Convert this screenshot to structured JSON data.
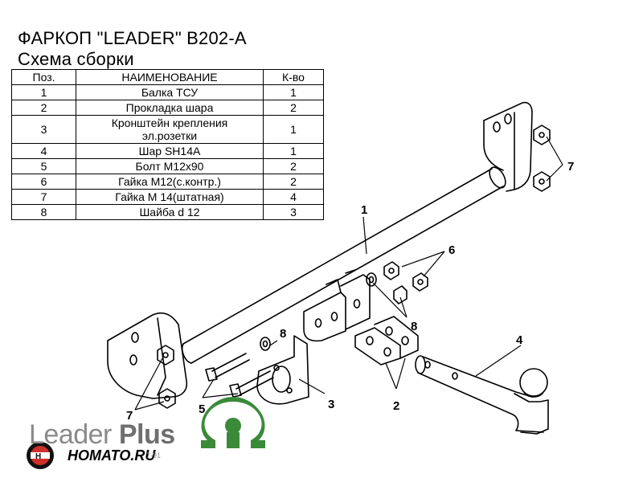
{
  "title": {
    "line1": "ФАРКОП \"LEADER\" B202-A",
    "line2": "Схема сборки"
  },
  "table": {
    "headers": [
      "Поз.",
      "НАИМЕНОВАНИЕ",
      "К-во"
    ],
    "rows": [
      {
        "pos": "1",
        "name": "Балка ТСУ",
        "qty": "1"
      },
      {
        "pos": "2",
        "name": "Прокладка шара",
        "qty": "2"
      },
      {
        "pos": "3",
        "name": "Кронштейн крепления\nэл.розетки",
        "qty": "1"
      },
      {
        "pos": "4",
        "name": "Шар SH14A",
        "qty": "1"
      },
      {
        "pos": "5",
        "name": "Болт М12х90",
        "qty": "2"
      },
      {
        "pos": "6",
        "name": "Гайка М12(с.контр.)",
        "qty": "2"
      },
      {
        "pos": "7",
        "name": "Гайка  М 14(штатная)",
        "qty": "4"
      },
      {
        "pos": "8",
        "name": "Шайба d 12",
        "qty": "3"
      }
    ]
  },
  "callouts": {
    "c1": "1",
    "c2": "2",
    "c3": "3",
    "c4": "4",
    "c5": "5",
    "c6": "6",
    "c7a": "7",
    "c7b": "7",
    "c8a": "8",
    "c8b": "8"
  },
  "branding": {
    "leader": "Leader",
    "plus": "Plus",
    "site": "HOMATO.RU",
    "phone": "7-91"
  },
  "colors": {
    "line": "#000000",
    "logo_green": "#3a8a3a",
    "logo_red": "#d0302a"
  }
}
